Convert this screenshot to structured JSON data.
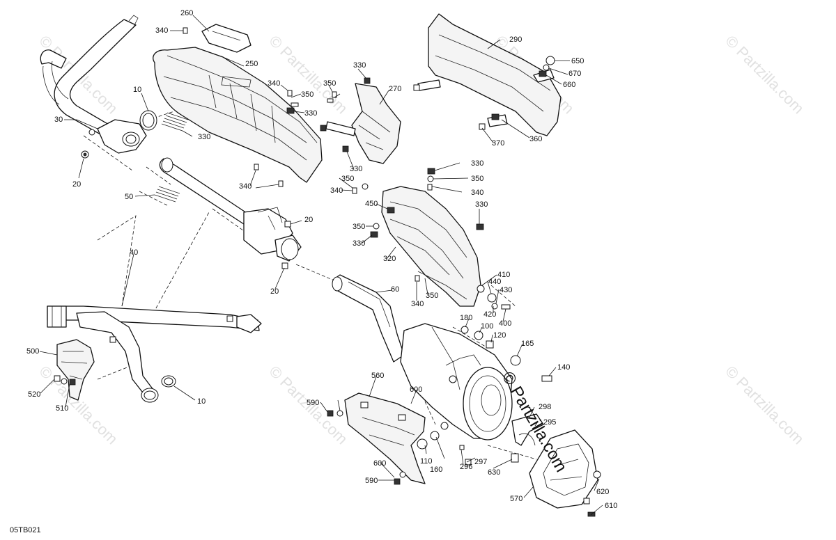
{
  "watermark": "© Partzilla.com",
  "diagram_code": "05TB021",
  "callouts": {
    "c10a": "10",
    "c10b": "10",
    "c20a": "20",
    "c20b": "20",
    "c20c": "20",
    "c30": "30",
    "c40": "40",
    "c50": "50",
    "c60": "60",
    "c100": "100",
    "c110": "110",
    "c120": "120",
    "c140": "140",
    "c160": "160",
    "c165": "165",
    "c180": "180",
    "c250": "250",
    "c260": "260",
    "c270": "270",
    "c290": "290",
    "c296": "296",
    "c297": "297",
    "c298": "298",
    "c295": "295",
    "c320": "320",
    "c330a": "330",
    "c330b": "330",
    "c330c": "330",
    "c330d": "330",
    "c330e": "330",
    "c330f": "330",
    "c330g": "330",
    "c340a": "340",
    "c340b": "340",
    "c340c": "340",
    "c340d": "340",
    "c340e": "340",
    "c340f": "340",
    "c350a": "350",
    "c350b": "350",
    "c350c": "350",
    "c350d": "350",
    "c350e": "350",
    "c350f": "350",
    "c360": "360",
    "c370": "370",
    "c400": "400",
    "c410": "410",
    "c420": "420",
    "c430": "430",
    "c440": "440",
    "c450": "450",
    "c500": "500",
    "c510": "510",
    "c520": "520",
    "c560": "560",
    "c570": "570",
    "c590a": "590",
    "c590b": "590",
    "c600a": "600",
    "c600b": "600",
    "c610": "610",
    "c620": "620",
    "c630": "630",
    "c650": "650",
    "c660": "660",
    "c670": "670"
  }
}
